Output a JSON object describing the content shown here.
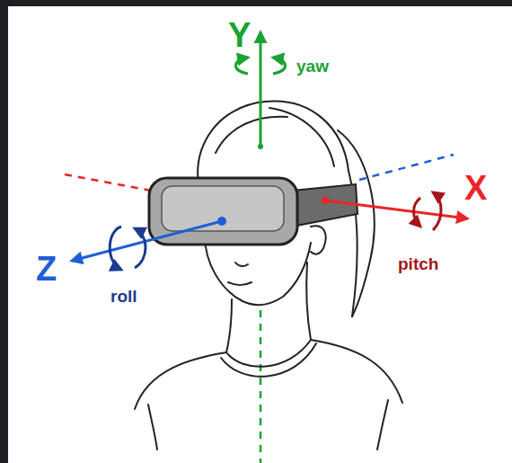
{
  "diagram": {
    "labels": [
      "Y",
      "yaw",
      "X",
      "pitch",
      "Z",
      "roll"
    ]
  }
}
